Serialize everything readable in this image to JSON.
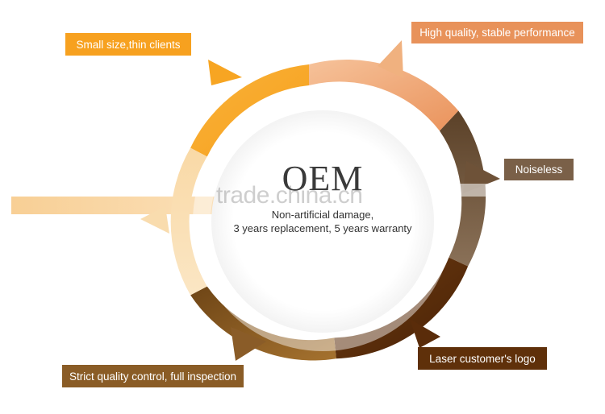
{
  "labels": {
    "top_left": "Small size,thin clients",
    "top_right": "High quality, stable performance",
    "right": "Noiseless",
    "bottom_right": "Laser customer's logo",
    "bottom_left": "Strict quality control, full inspection"
  },
  "center": {
    "title": "OEM",
    "line1": "Non-artificial damage,",
    "line2": "3 years replacement, 5 years warranty"
  },
  "watermark": "trade.china.cn",
  "colors": {
    "orange": "#f7a11f",
    "peach": "#f2a877",
    "dark_brown": "#6e5238",
    "deep_brown": "#5c2e0c",
    "brown": "#9a6a32",
    "label_top_left": "#f7a11f",
    "label_top_right": "#e8925a",
    "label_right": "#7a6048",
    "label_bottom_right": "#5f300a",
    "label_bottom_left": "#8a5c26"
  }
}
